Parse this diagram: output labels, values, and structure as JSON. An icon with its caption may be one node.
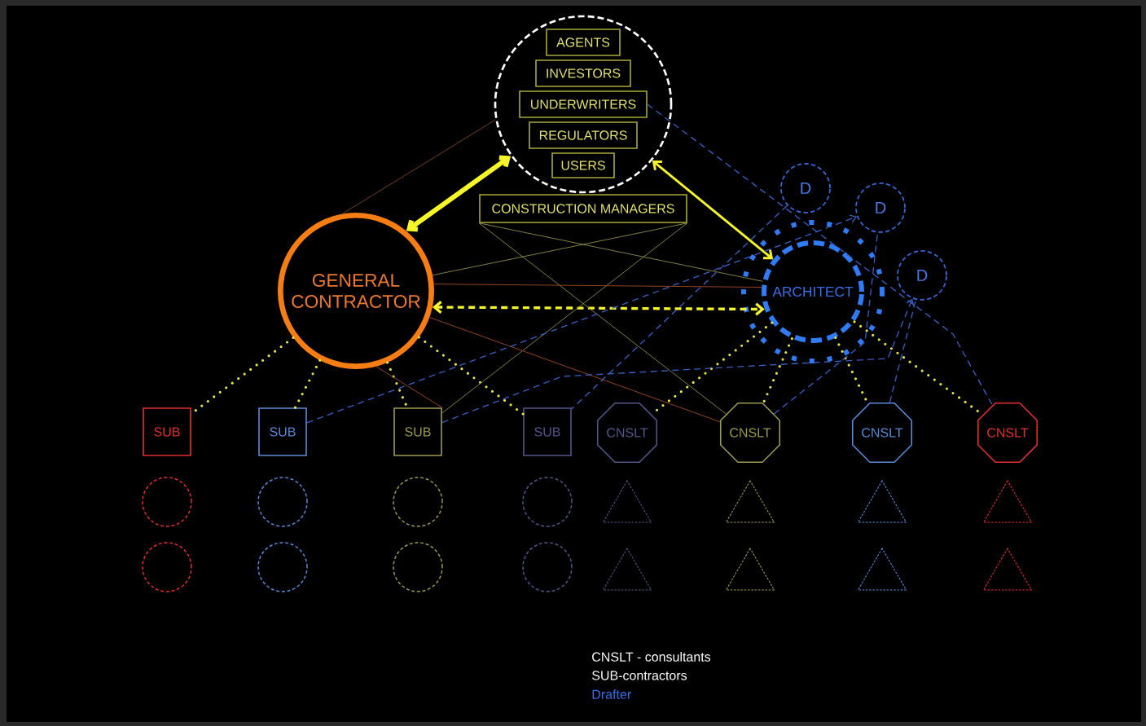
{
  "diagram": {
    "nodes": [
      {
        "text": [],
        "shape": "circle"
      },
      {
        "text": [
          "AGENTS"
        ],
        "in": 0
      },
      {
        "text": [
          "INVESTORS"
        ],
        "in": 0
      },
      {
        "text": [
          "UNDERWRITERS"
        ],
        "in": 0
      },
      {
        "text": [
          "REGULATORS"
        ],
        "in": 0
      },
      {
        "text": [
          "USERS"
        ],
        "in": 0
      },
      {
        "text": [
          "CONSTRUCTION MANAGERS"
        ]
      },
      {
        "text": [
          "GENERAL CONTRACTOR"
        ]
      },
      {
        "text": [
          "D"
        ]
      },
      {
        "text": [
          "D"
        ]
      },
      {
        "text": [
          "D"
        ]
      },
      {
        "text": [
          "ARCHITECT"
        ]
      },
      {
        "text": [
          "SUB"
        ]
      },
      {
        "text": [
          "SUB"
        ]
      },
      {
        "text": [
          "SUB"
        ]
      },
      {
        "text": [
          "SUB"
        ]
      },
      {
        "text": [
          "CNSLT"
        ]
      },
      {
        "text": [
          "CNSLT"
        ]
      },
      {
        "text": [
          "CNSLT"
        ]
      },
      {
        "text": [
          "CNSLT"
        ]
      },
      {
        "text": [],
        "shape": "circle"
      },
      {
        "text": [],
        "shape": "circle"
      },
      {
        "text": [],
        "shape": "circle"
      },
      {
        "text": [],
        "shape": "circle"
      },
      {
        "text": [],
        "shape": "triangle"
      },
      {
        "text": [],
        "shape": "triangle"
      },
      {
        "text": [],
        "shape": "triangle"
      },
      {
        "text": [],
        "shape": "triangle"
      },
      {
        "text": [],
        "shape": "circle"
      },
      {
        "text": [],
        "shape": "circle"
      },
      {
        "text": [],
        "shape": "circle"
      },
      {
        "text": [],
        "shape": "circle"
      },
      {
        "text": [],
        "shape": "triangle"
      },
      {
        "text": [],
        "shape": "triangle"
      },
      {
        "text": [],
        "shape": "triangle"
      },
      {
        "text": [],
        "shape": "triangle"
      }
    ],
    "edges": [
      {
        "from": 7,
        "to": 0,
        "arrow": "both",
        "style": "thick",
        "color": "#f5f52a"
      },
      {
        "from": 0,
        "to": 11,
        "arrow": "both",
        "color": "#f5f52a"
      },
      {
        "from": 7,
        "to": 11,
        "arrow": "both",
        "style": "dashed",
        "color": "#f5f52a"
      },
      {
        "from": 7,
        "to": 12,
        "arrow": "none",
        "style": "dashed",
        "color": "#e6e64a"
      },
      {
        "from": 7,
        "to": 13,
        "arrow": "none",
        "style": "dashed",
        "color": "#e6e64a"
      },
      {
        "from": 7,
        "to": 14,
        "arrow": "none",
        "style": "dashed",
        "color": "#e6e64a"
      },
      {
        "from": 7,
        "to": 15,
        "arrow": "none",
        "style": "dashed",
        "color": "#e6e64a"
      },
      {
        "from": 11,
        "to": 16,
        "arrow": "none",
        "style": "dashed",
        "color": "#e6e64a"
      },
      {
        "from": 11,
        "to": 17,
        "arrow": "none",
        "style": "dashed",
        "color": "#e6e64a"
      },
      {
        "from": 11,
        "to": 18,
        "arrow": "none",
        "style": "dashed",
        "color": "#e6e64a"
      },
      {
        "from": 11,
        "to": 19,
        "arrow": "none",
        "style": "dashed",
        "color": "#e6e64a"
      },
      {
        "from": 6,
        "to": 7,
        "arrow": "none",
        "color": "#8a8a4a"
      },
      {
        "from": 6,
        "to": 11,
        "arrow": "none",
        "color": "#8a8a4a"
      },
      {
        "from": 6,
        "to": 14,
        "arrow": "none",
        "color": "#8a8a4a"
      },
      {
        "from": 6,
        "to": 17,
        "arrow": "none",
        "color": "#8a8a4a"
      },
      {
        "from": 7,
        "to": 0,
        "arrow": "none",
        "color": "#7a4428"
      },
      {
        "from": 7,
        "to": 11,
        "arrow": "none",
        "color": "#9a4a22"
      },
      {
        "from": 7,
        "to": 14,
        "arrow": "none",
        "color": "#9a4a22"
      },
      {
        "from": 7,
        "to": 17,
        "arrow": "none",
        "color": "#9a4a22"
      },
      {
        "from": 3,
        "to": 19,
        "arrow": "none",
        "style": "dashed",
        "color": "#3a5fc0"
      },
      {
        "from": 8,
        "to": 15,
        "arrow": "none",
        "style": "dashed",
        "color": "#3a5fc0"
      },
      {
        "from": 13,
        "to": 9,
        "arrow": "to",
        "style": "dashed",
        "color": "#3a5fc0"
      },
      {
        "from": 14,
        "to": 10,
        "arrow": "to",
        "style": "dashed",
        "color": "#3a5fc0"
      },
      {
        "from": 17,
        "to": 9,
        "arrow": "none",
        "style": "dashed",
        "color": "#3a5fc0"
      },
      {
        "from": 18,
        "to": 10,
        "arrow": "none",
        "style": "dashed",
        "color": "#3a5fc0"
      }
    ],
    "labels": [
      "CNSLT - consultants",
      "SUB-contractors",
      "Drafter"
    ]
  }
}
